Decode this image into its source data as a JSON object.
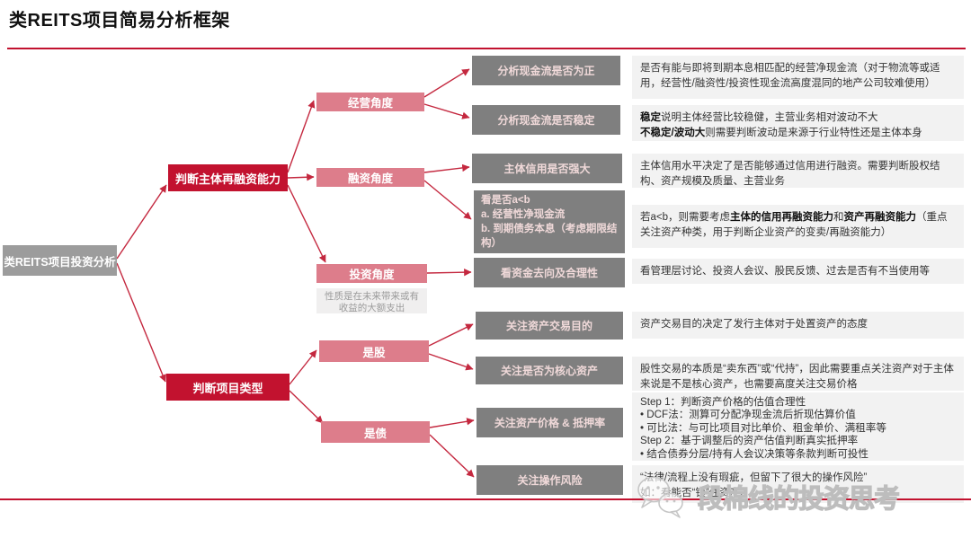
{
  "title": "类REITS项目简易分析框架",
  "root": {
    "label": "类REITS项目投资分析"
  },
  "branches": {
    "refinance": "判断主体再融资能力",
    "project_type": "判断项目类型"
  },
  "angles": {
    "operating": "经营角度",
    "financing": "融资角度",
    "investing": "投资角度",
    "equity": "是股",
    "debt": "是债"
  },
  "invest_note": {
    "line1": "性质是在未来带来或有",
    "line2": "收益的大额支出"
  },
  "checks": {
    "cash_positive": "分析现金流是否为正",
    "cash_stable": "分析现金流是否稳定",
    "credit_strong": "主体信用是否强大",
    "ab_line1": "看是否a<b",
    "ab_line2": "a. 经营性净现金流",
    "ab_line3": "b. 到期债务本息（考虑期限结构）",
    "fund_use": "看资金去向及合理性",
    "trade_purpose": "关注资产交易目的",
    "core_asset": "关注是否为核心资产",
    "price_ltv": "关注资产价格 & 抵押率",
    "operation_risk": "关注操作风险"
  },
  "descriptions": {
    "d1": "是否有能与即将到期本息相匹配的经营净现金流（对于物流等或适用，经营性/融资性/投资性现金流高度混同的地产公司较难使用）",
    "d2_bold1": "稳定",
    "d2_text1": "说明主体经营比较稳健，主营业务相对波动不大",
    "d2_bold2": "不稳定/波动大",
    "d2_text2": "则需要判断波动是来源于行业特性还是主体本身",
    "d3": "主体信用水平决定了是否能够通过信用进行融资。需要判断股权结构、资产规模及质量、主营业务",
    "d4_text1": "若a<b，则需要考虑",
    "d4_bold1": "主体的信用再融资能力",
    "d4_text2": "和",
    "d4_bold2": "资产再融资能力",
    "d4_text3": "（重点关注资产种类，用于判断企业资产的变卖/再融资能力）",
    "d5": "看管理层讨论、投资人会议、股民反馈、过去是否有不当使用等",
    "d6": "资产交易目的决定了发行主体对于处置资产的态度",
    "d7": "股性交易的本质是“卖东西”或“代持”，因此需要重点关注资产对于主体来说是不是核心资产，也需要高度关注交易价格",
    "d8_line1": "Step 1：判断资产价格的估值合理性",
    "d8_line2": "•    DCF法：测算可分配净现金流后折现估算价值",
    "d8_line3": "•    可比法：与可比项目对比单价、租金单价、满租率等",
    "d8_line4": "Step 2：基于调整后的资产估值判断真实抵押率",
    "d8_line5": "•    结合债券分层/持有人会议决策等条款判断可投性",
    "d9_line1": "“法律/流程上没有瑕疵，但留下了很大的操作风险”",
    "d9_line2": "如：看能否“锁”住资产、"
  },
  "watermark": {
    "text": "段棉线的投资思考",
    "icon": "wechat-icon"
  },
  "colors": {
    "accent_red": "#c2122f",
    "arrow_red": "#c4283f",
    "pink": "#dd7d8b",
    "root_gray": "#9c9c9c",
    "check_gray": "#7f7f7f",
    "check_text_pink": "#f0d9d9",
    "desc_bg": "#f2f2f2"
  }
}
